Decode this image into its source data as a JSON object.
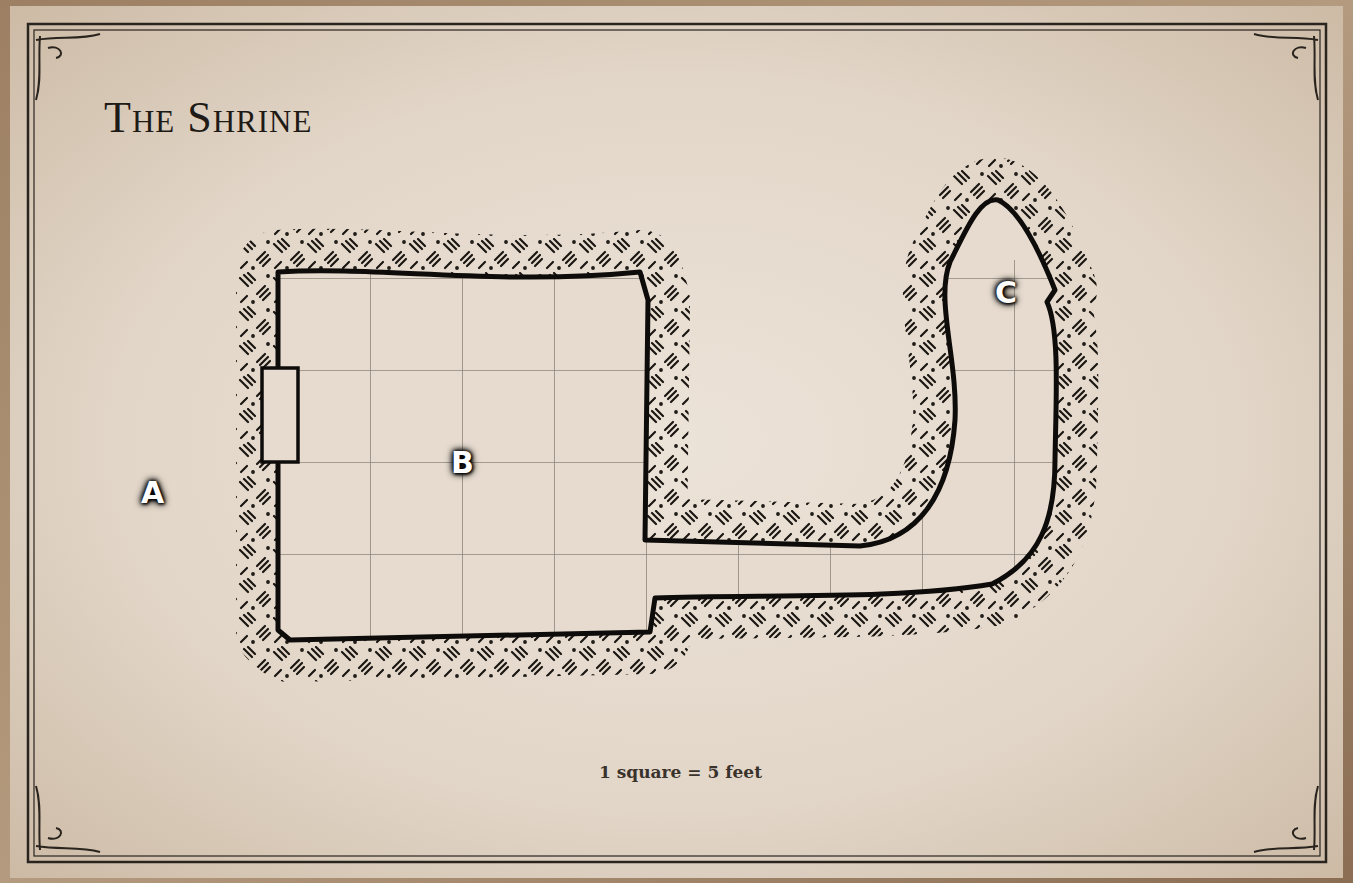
{
  "diagram": {
    "title": "The Shrine",
    "labels": [
      "A",
      "B",
      "C",
      "1 square = 5 feet"
    ]
  }
}
